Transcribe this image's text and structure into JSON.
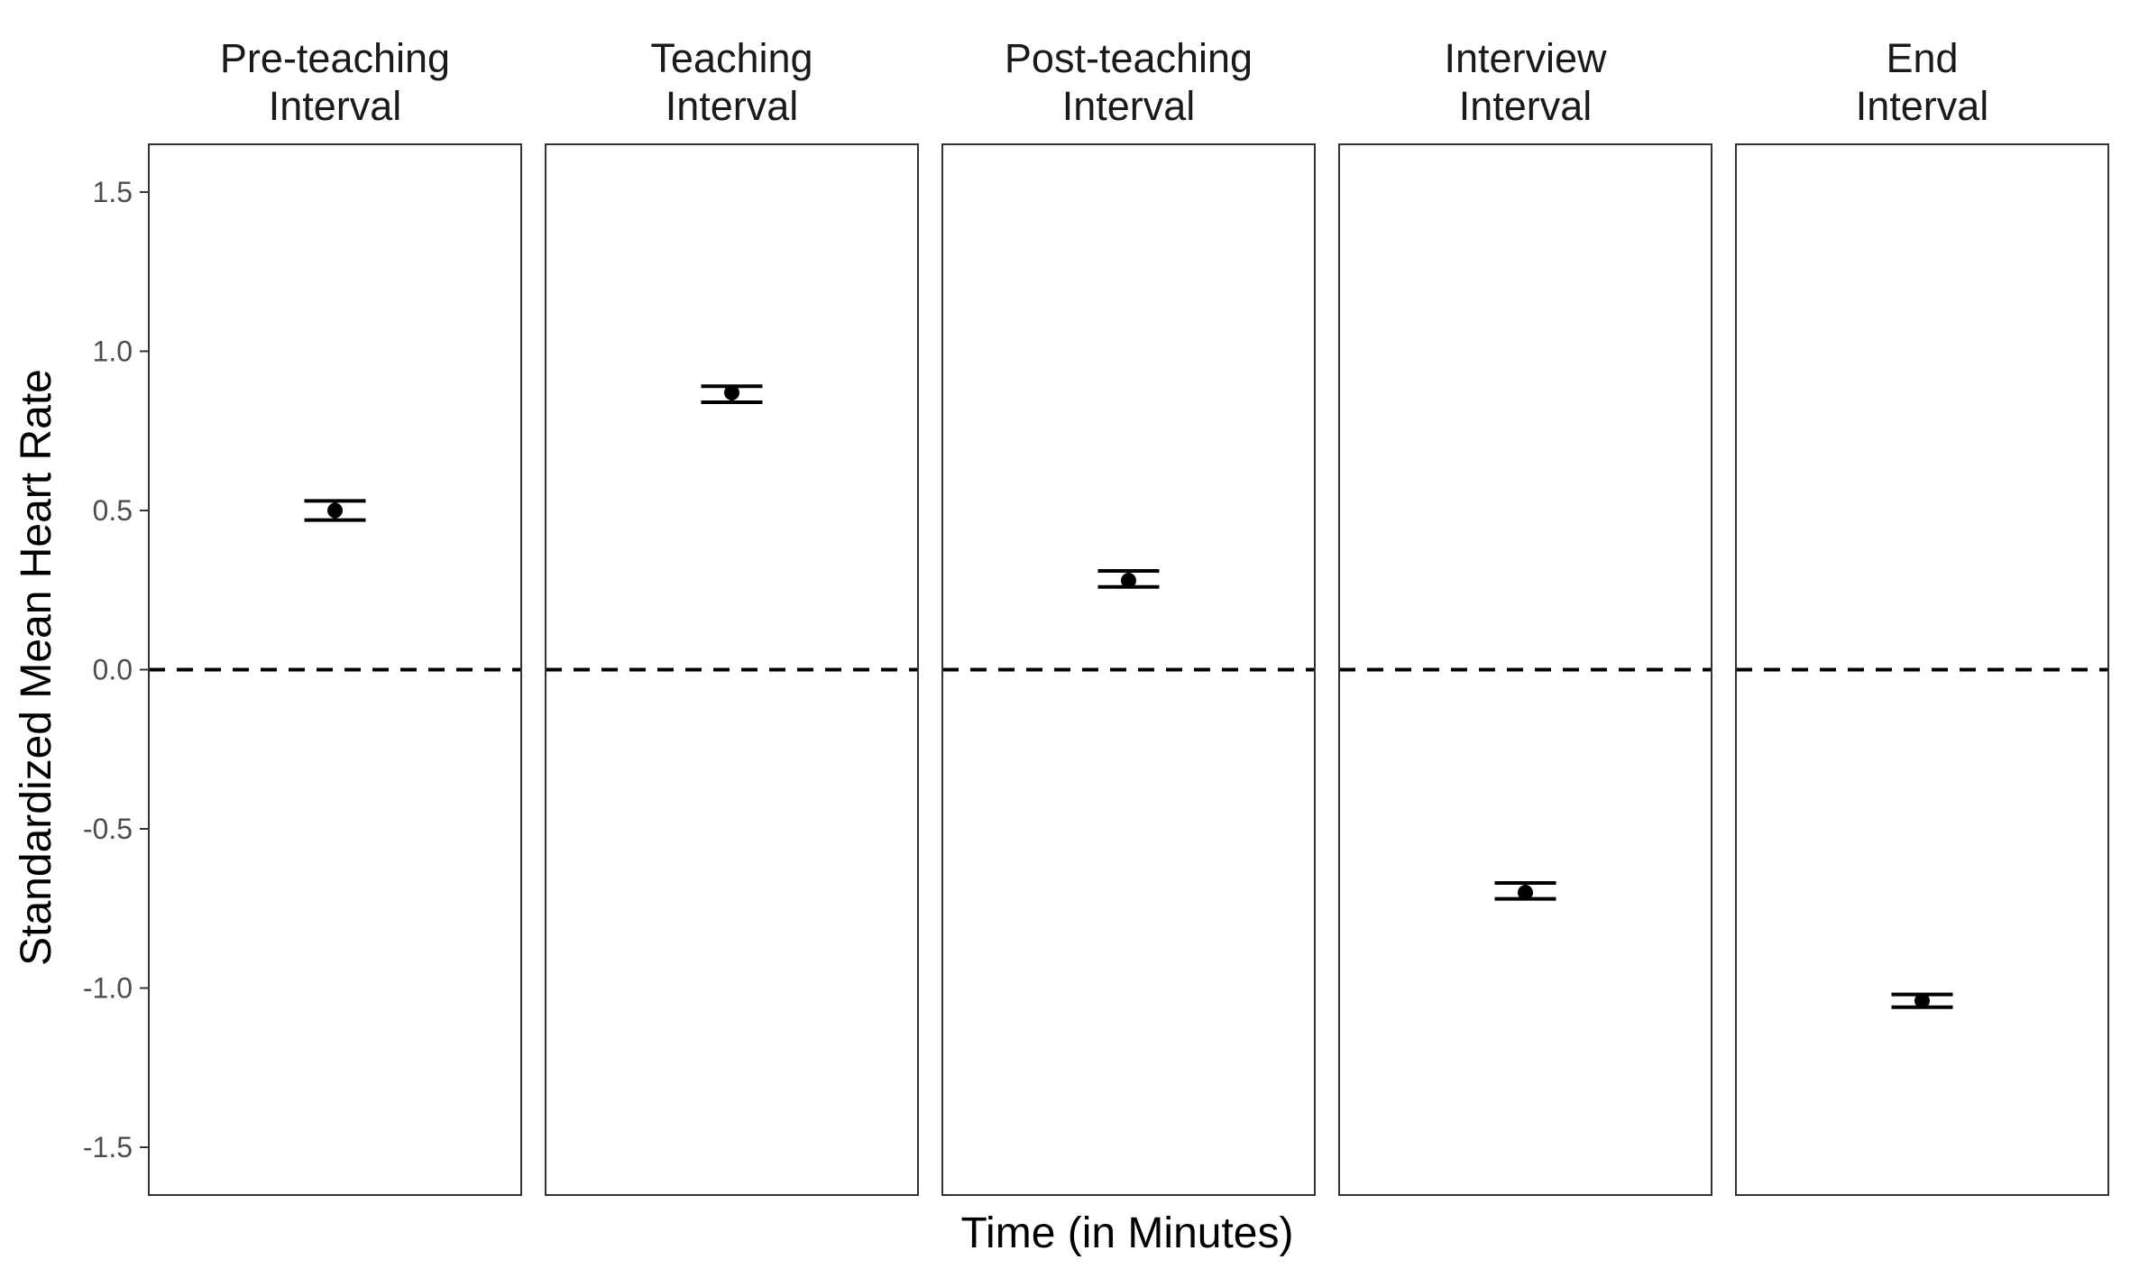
{
  "chart_data": {
    "type": "scatter",
    "facet_labels": [
      [
        "Pre-teaching",
        "Interval"
      ],
      [
        "Teaching",
        "Interval"
      ],
      [
        "Post-teaching",
        "Interval"
      ],
      [
        "Interview",
        "Interval"
      ],
      [
        "End",
        "Interval"
      ]
    ],
    "points": [
      {
        "y": 0.5,
        "ymin": 0.47,
        "ymax": 0.53
      },
      {
        "y": 0.87,
        "ymin": 0.84,
        "ymax": 0.89
      },
      {
        "y": 0.28,
        "ymin": 0.26,
        "ymax": 0.31
      },
      {
        "y": -0.7,
        "ymin": -0.72,
        "ymax": -0.67
      },
      {
        "y": -1.04,
        "ymin": -1.06,
        "ymax": -1.02
      }
    ],
    "reference_line": 0.0,
    "xlabel": "Time (in Minutes)",
    "ylabel": "Standardized Mean Heart Rate",
    "ylim": [
      -1.65,
      1.65
    ],
    "yticks": [
      1.5,
      1.0,
      0.5,
      0.0,
      -0.5,
      -1.0,
      -1.5
    ],
    "ytick_labels": [
      "1.5",
      "1.0",
      "0.5",
      "0.0",
      "-0.5",
      "-1.0",
      "-1.5"
    ],
    "grid": false,
    "legend": "none",
    "colors": {
      "point": "#000000",
      "border": "#333333",
      "reference_line": "#000000"
    }
  }
}
